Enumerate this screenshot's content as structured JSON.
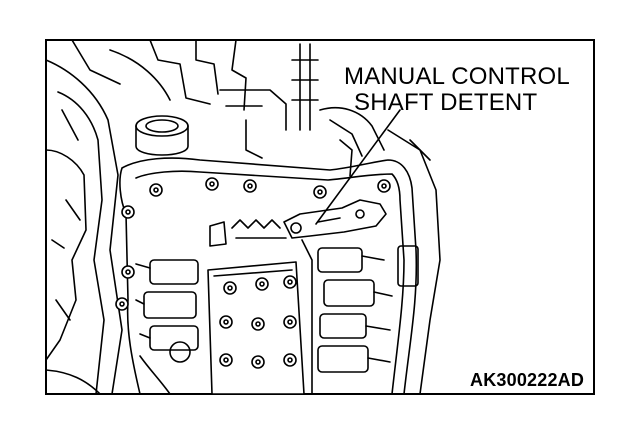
{
  "callout": {
    "line1": "MANUAL CONTROL",
    "line2": "SHAFT DETENT"
  },
  "figure_code": "AK300222AD",
  "colors": {
    "ink": "#000000",
    "paper": "#ffffff"
  }
}
